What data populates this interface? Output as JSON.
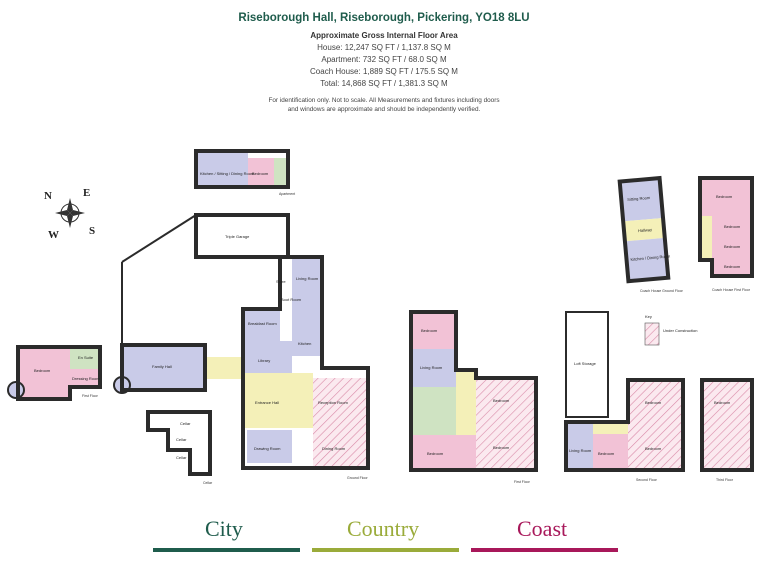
{
  "header": {
    "title": "Riseborough Hall, Riseborough, Pickering, YO18 8LU",
    "subtitle": "Approximate Gross Internal Floor Area",
    "areas": [
      "House: 12,247 SQ FT / 1,137.8 SQ M",
      "Apartment: 732 SQ FT / 68.0 SQ M",
      "Coach House: 1,889 SQ FT / 175.5 SQ M",
      "Total: 14,868 SQ FT / 1,381.3 SQ M"
    ],
    "note_line1": "For identification only. Not to scale. All Measurements and fixtures including doors",
    "note_line2": "and windows are approximate and should be independently verified."
  },
  "compass": {
    "n": "N",
    "e": "E",
    "s": "S",
    "w": "W"
  },
  "legend": {
    "title": "Key",
    "item": "Under Construction"
  },
  "rooms": {
    "apartment_living": "Kitchen / Sitting / Dining Room",
    "apartment_bedroom": "Bedroom",
    "triple_garage": "Triple Garage",
    "bedroom_west": "Bedroom",
    "en_suite": "En Suite",
    "dressing_room": "Dressing Room",
    "family_hall": "Family Hall",
    "breakfast_room": "Breakfast Room",
    "library": "Library",
    "living_room": "Living Room",
    "kitchen": "Kitchen",
    "entrance_hall": "Entrance Hall",
    "drawing_room": "Drawing Room",
    "reception_room": "Reception Room",
    "dining_room": "Dining Room",
    "store": "Store",
    "boot_room": "Boot Room",
    "first_bed2": "Bedroom",
    "first_living": "Living Room",
    "first_master": "Bedroom",
    "first_bedroom2": "Bedroom",
    "first_bedroom3": "Bedroom",
    "loft_storage": "Loft Storage",
    "second_living": "Living Room",
    "second_bedroom": "Bedroom",
    "second_bedroom_b": "Bedroom",
    "second_bedroom_c": "Bedroom",
    "third_bedroom": "Bedroom",
    "cellar1": "Cellar",
    "cellar2": "Cellar",
    "cellar3": "Cellar",
    "coach_sitting": "Sitting Room",
    "coach_hallway": "Hallway",
    "coach_kitchen": "Kitchen / Dining Room",
    "coach_bed1": "Bedroom",
    "coach_bed2": "Bedroom",
    "coach_bed3": "Bedroom",
    "coach_bed4": "Bedroom"
  },
  "floor_labels": {
    "apartment": "Apartment",
    "first_floor_west": "First Floor",
    "ground_floor": "Ground Floor",
    "cellar": "Cellar",
    "first_floor": "First Floor",
    "second_floor": "Second Floor",
    "third_floor": "Third Floor",
    "coach_ground": "Coach House Ground Floor",
    "coach_first": "Coach House First Floor"
  },
  "brands": [
    {
      "label": "City",
      "color": "#1f5c4c"
    },
    {
      "label": "Country",
      "color": "#9aab3a"
    },
    {
      "label": "Coast",
      "color": "#a8185a"
    }
  ],
  "colors": {
    "blue": "#c9cbe8",
    "pink": "#f2c2d6",
    "yellow": "#f4f0b8",
    "green": "#cfe3c2",
    "white": "#ffffff",
    "hatch": "#e6a0b8"
  }
}
